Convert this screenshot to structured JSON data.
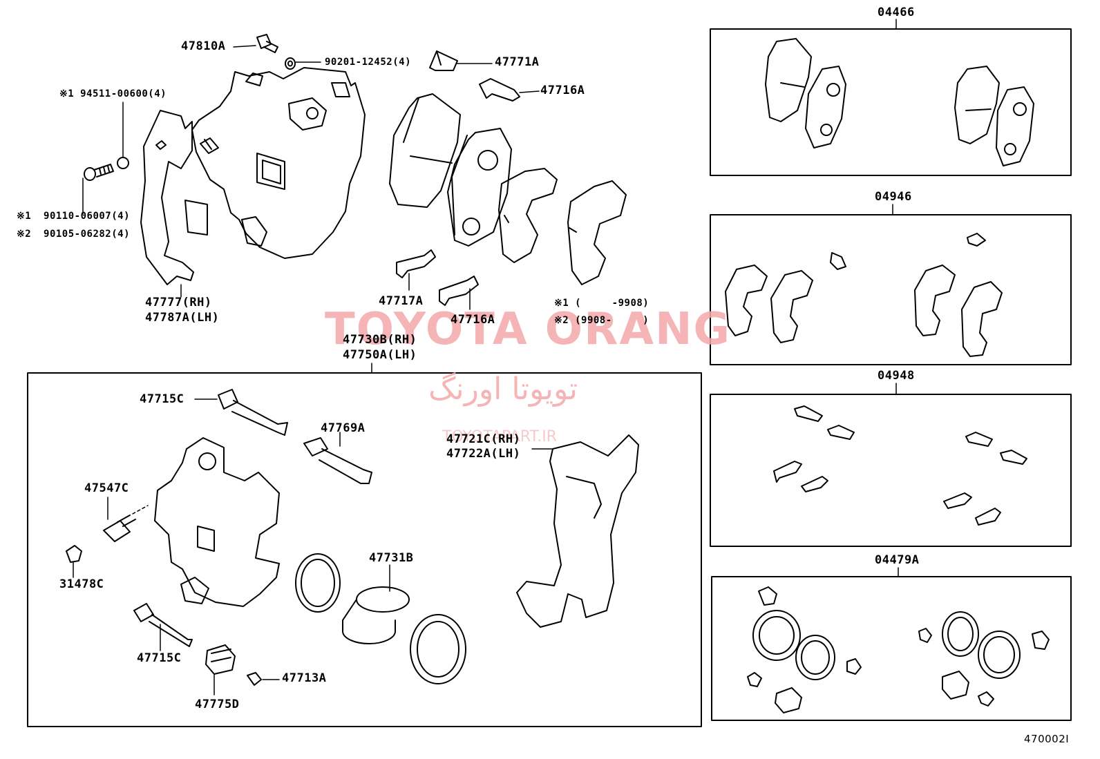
{
  "watermark": {
    "title": "TOYOTA ORANG",
    "persian": "تویوتا اورنگ",
    "url": "TOYOTAPART.IR",
    "color": "#f4a7aa"
  },
  "figure_id": "470002I",
  "labels": {
    "p47810A": "47810A",
    "p90201": "90201-12452(4)",
    "p47771A": "47771A",
    "p47716A_top": "47716A",
    "p94511": "※1 94511-00600(4)",
    "p90110": "※1  90110-06007(4)",
    "p90105": "※2  90105-06282(4)",
    "p47777": "47777(RH)",
    "p47787A": "47787A(LH)",
    "p47717A": "47717A",
    "p47716A_mid": "47716A",
    "note1": "※1 (     -9908)",
    "note2": "※2 (9908-     )",
    "p47730B": "47730B(RH)",
    "p47750A": "47750A(LH)",
    "p47715C_top": "47715C",
    "p47769A": "47769A",
    "p47721C": "47721C(RH)",
    "p47722A": "47722A(LH)",
    "p47547C": "47547C",
    "p31478C": "31478C",
    "p47731B": "47731B",
    "p47715C_bot": "47715C",
    "p47713A": "47713A",
    "p47775D": "47775D",
    "k04466": "04466",
    "k04946": "04946",
    "k04948": "04948",
    "k04479A": "04479A"
  }
}
